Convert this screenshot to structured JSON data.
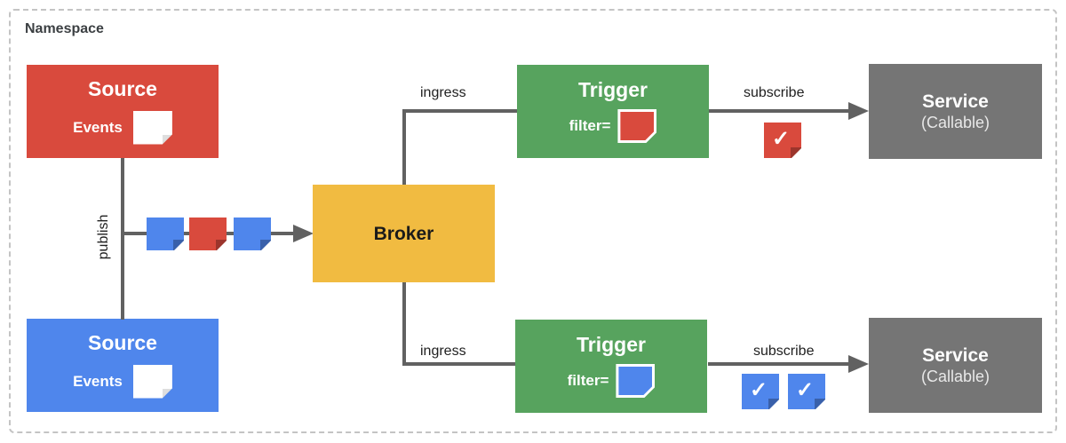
{
  "namespace": {
    "label": "Namespace"
  },
  "colors": {
    "red": "#D94A3D",
    "blue": "#4F86EC",
    "green": "#57A35E",
    "yellow": "#F1BB41",
    "gray": "#757575",
    "line": "#616161"
  },
  "nodes": {
    "source_red": {
      "title": "Source",
      "events_label": "Events"
    },
    "source_blue": {
      "title": "Source",
      "events_label": "Events"
    },
    "broker": {
      "title": "Broker"
    },
    "trigger_top": {
      "title": "Trigger",
      "filter_label": "filter="
    },
    "trigger_bottom": {
      "title": "Trigger",
      "filter_label": "filter="
    },
    "service_top": {
      "title": "Service",
      "subtitle": "(Callable)"
    },
    "service_bottom": {
      "title": "Service",
      "subtitle": "(Callable)"
    }
  },
  "edges": {
    "publish": "publish",
    "ingress_top": "ingress",
    "ingress_bottom": "ingress",
    "subscribe_top": "subscribe",
    "subscribe_bottom": "subscribe"
  },
  "icons": {
    "check": "✓"
  }
}
